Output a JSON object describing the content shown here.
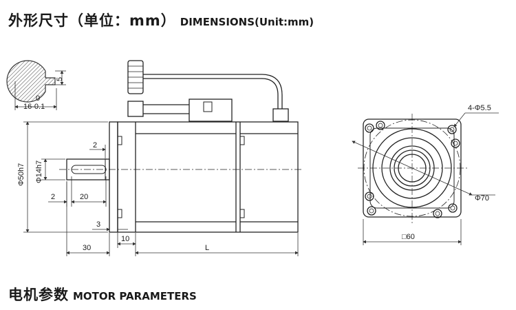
{
  "header": {
    "title_cn": "外形尺寸（单位：mm）",
    "title_en": "DIMENSIONS(Unit:mm)"
  },
  "keyway_detail": {
    "key_height": "5",
    "tolerance_upper": "0",
    "tolerance_main": "16-0.1"
  },
  "side_view": {
    "groove_offset": "2",
    "flange_diameter": "Φ50h7",
    "shaft_diameter": "Φ14h7",
    "key_offset": "2",
    "key_length": "20",
    "flange_thickness": "3",
    "shaft_length": "30",
    "flange_length": "10",
    "body_length": "L"
  },
  "front_view": {
    "mounting_holes": "4-Φ5.5",
    "pcd": "Φ70",
    "square_size": "□60"
  },
  "footer": {
    "title_cn": "电机参数",
    "title_en": "MOTOR PARAMETERS"
  }
}
